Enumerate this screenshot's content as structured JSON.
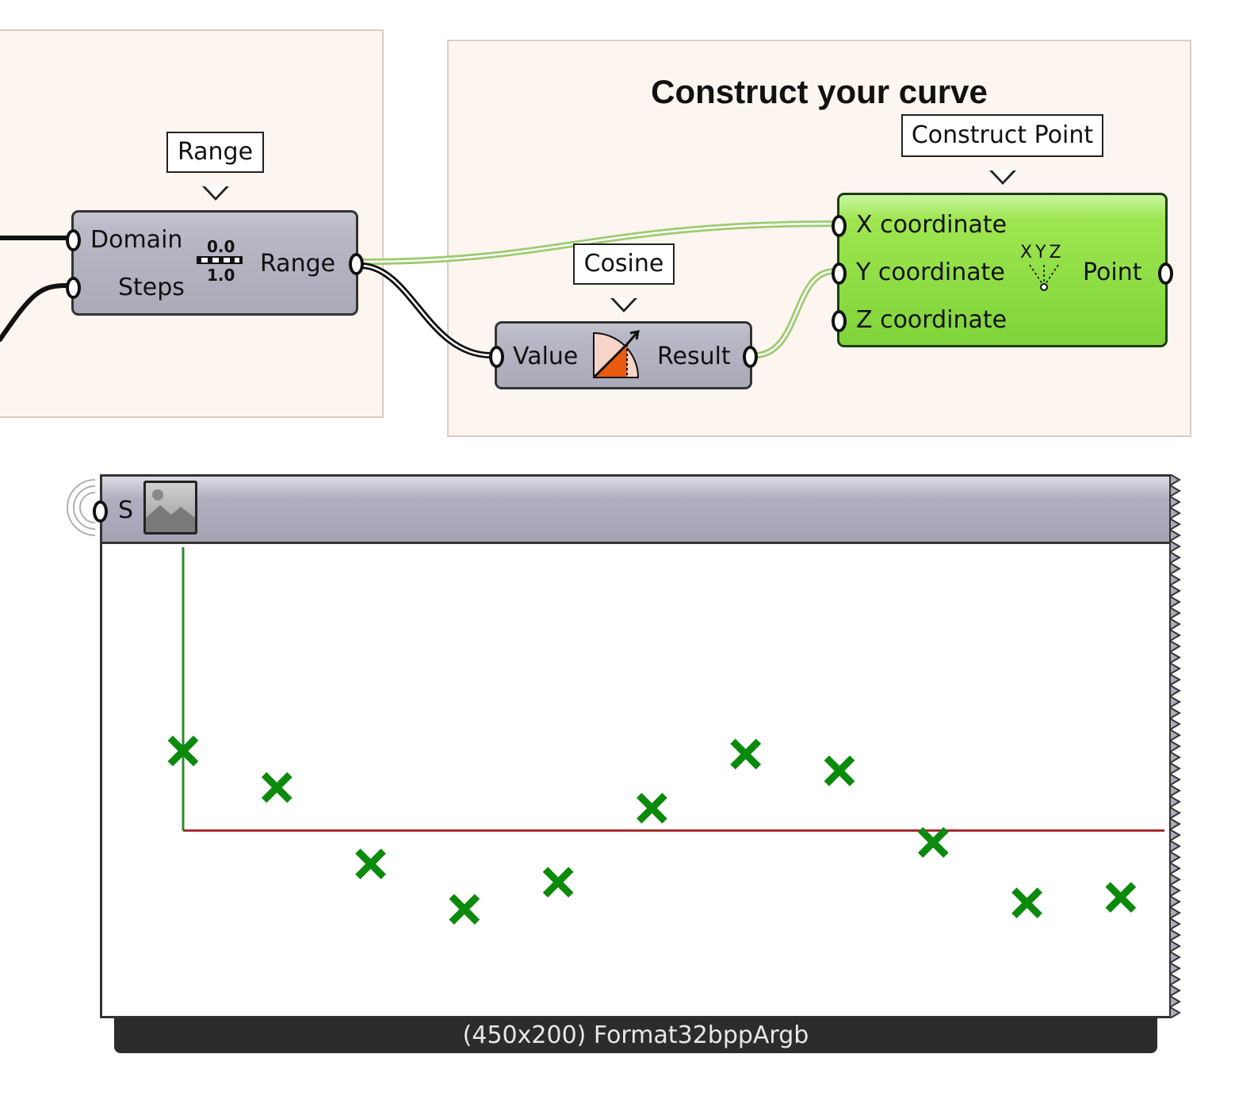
{
  "canvas": {
    "group_construct_title": "Construct your curve",
    "range_component": {
      "tag": "Range",
      "inputs": [
        "Domain",
        "Steps"
      ],
      "output": "Range",
      "icon": "range-icon",
      "icon_top": "0.0",
      "icon_bottom": "1.0"
    },
    "cosine_component": {
      "tag": "Cosine",
      "input": "Value",
      "output": "Result",
      "icon": "cosine-icon"
    },
    "construct_point_component": {
      "tag": "Construct Point",
      "inputs": [
        "X coordinate",
        "Y coordinate",
        "Z coordinate"
      ],
      "output": "Point",
      "icon": "xyz-point-icon",
      "icon_text": "XYZ"
    },
    "image_viewer": {
      "input": "S",
      "icon": "image-icon",
      "status": "(450x200) Format32bppArgb"
    }
  },
  "colors": {
    "group_fill": "#fdf5f0",
    "component_fill": "#b8b8c6",
    "selected_fill": "#8fdc45",
    "marker": "#0b8a0b",
    "y_axis": "#2c8a2c",
    "x_axis": "#a32626"
  },
  "chart_data": {
    "type": "scatter",
    "marker": "cross",
    "x": [
      0,
      1,
      2,
      3,
      4,
      5,
      6,
      7,
      8,
      9,
      10
    ],
    "y": [
      1.0,
      0.54,
      -0.42,
      -0.99,
      -0.65,
      0.28,
      0.96,
      0.75,
      -0.15,
      -0.91,
      -0.84
    ],
    "xlim": [
      0,
      10.5
    ],
    "ylim": [
      -2.3,
      3.6
    ]
  }
}
